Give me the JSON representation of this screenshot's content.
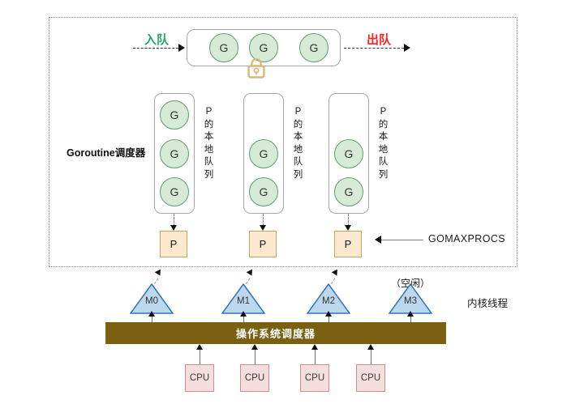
{
  "diagram": {
    "title_label": "Goroutine调度器",
    "global_queue": {
      "enqueue_label": "入队",
      "dequeue_label": "出队",
      "goroutines": [
        "G",
        "G",
        "G"
      ],
      "lock_icon": "padlock-icon"
    },
    "local_queues": [
      {
        "goroutines": [
          "G",
          "G",
          "G"
        ],
        "caption_chars": [
          "P",
          "的",
          "本",
          "地",
          "队",
          "列"
        ],
        "processor_label": "P"
      },
      {
        "goroutines": [
          "G",
          "G"
        ],
        "caption_chars": [
          "P",
          "的",
          "本",
          "地",
          "队",
          "列"
        ],
        "processor_label": "P"
      },
      {
        "goroutines": [
          "G",
          "G"
        ],
        "caption_chars": [
          "P",
          "的",
          "本",
          "地",
          "队",
          "列"
        ],
        "processor_label": "P"
      }
    ],
    "gomaxprocs_label": "GOMAXPROCS",
    "machines": [
      {
        "label": "M0",
        "state": ""
      },
      {
        "label": "M1",
        "state": ""
      },
      {
        "label": "M2",
        "state": ""
      },
      {
        "label": "M3",
        "state": "（空闲）"
      }
    ],
    "kernel_thread_label": "内核线程",
    "os_scheduler_label": "操作系统调度器",
    "cpus": [
      "CPU",
      "CPU",
      "CPU",
      "CPU"
    ],
    "colors": {
      "goroutine_fill": "#d6ead6",
      "goroutine_stroke": "#5f9e6f",
      "processor_fill": "#fce9d0",
      "processor_stroke": "#c8a45b",
      "machine_fill": "#bdd7ee",
      "machine_stroke": "#2e75b6",
      "os_bar_fill": "#7a6112",
      "cpu_fill": "#f4dede",
      "cpu_stroke": "#d28b8b",
      "enqueue_text": "#27a567",
      "dequeue_text": "#ff2222",
      "lock_color": "#d9b877"
    }
  }
}
